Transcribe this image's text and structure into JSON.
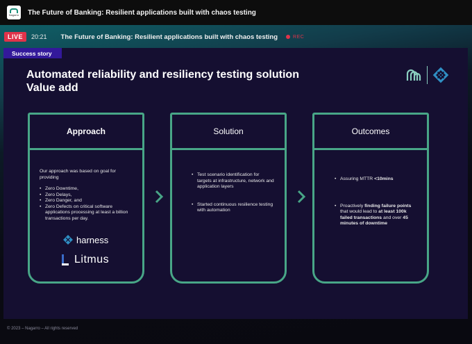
{
  "window": {
    "app_logo_text": "Nagarro",
    "title": "The Future of Banking: Resilient applications built with chaos testing"
  },
  "live": {
    "badge": "LIVE",
    "time": "20:21",
    "title": "The Future of Banking: Resilient applications built with chaos testing",
    "rec": "REC"
  },
  "slide": {
    "tag": "Success story",
    "title_line1": "Automated reliability and resiliency testing solution",
    "title_line2": "Value add",
    "cards": [
      {
        "heading": "Approach",
        "intro": "Our approach was based on goal for providing",
        "bullets": [
          "Zero Downtime,",
          "Zero Delays,",
          "Zero Danger, and",
          "Zero Defects on critical software applications processing at least a billion transactions per day."
        ],
        "logos": [
          "harness",
          "Litmus"
        ]
      },
      {
        "heading": "Solution",
        "bullets": [
          "Test scenario identification for targets at infrastructure, network and application layers",
          "Started continuous resilience testing with automation"
        ]
      },
      {
        "heading": "Outcomes",
        "b1_pre": "Assuring MTTR ",
        "b1_bold": "<10mins",
        "b2_pre": "Proactively ",
        "b2_bold1": "finding failure points",
        "b2_mid": " that would lead to ",
        "b2_bold2": "at least 100k failed transactions",
        "b2_mid2": " and over ",
        "b2_bold3": "45 minutes of downtime"
      }
    ],
    "footer": "© 2023 – Nagarro – All rights reserved"
  },
  "colors": {
    "accent": "#48a687",
    "tag_bg": "#33199a",
    "slide_bg": "#150f31",
    "live_red": "#e0334a"
  }
}
